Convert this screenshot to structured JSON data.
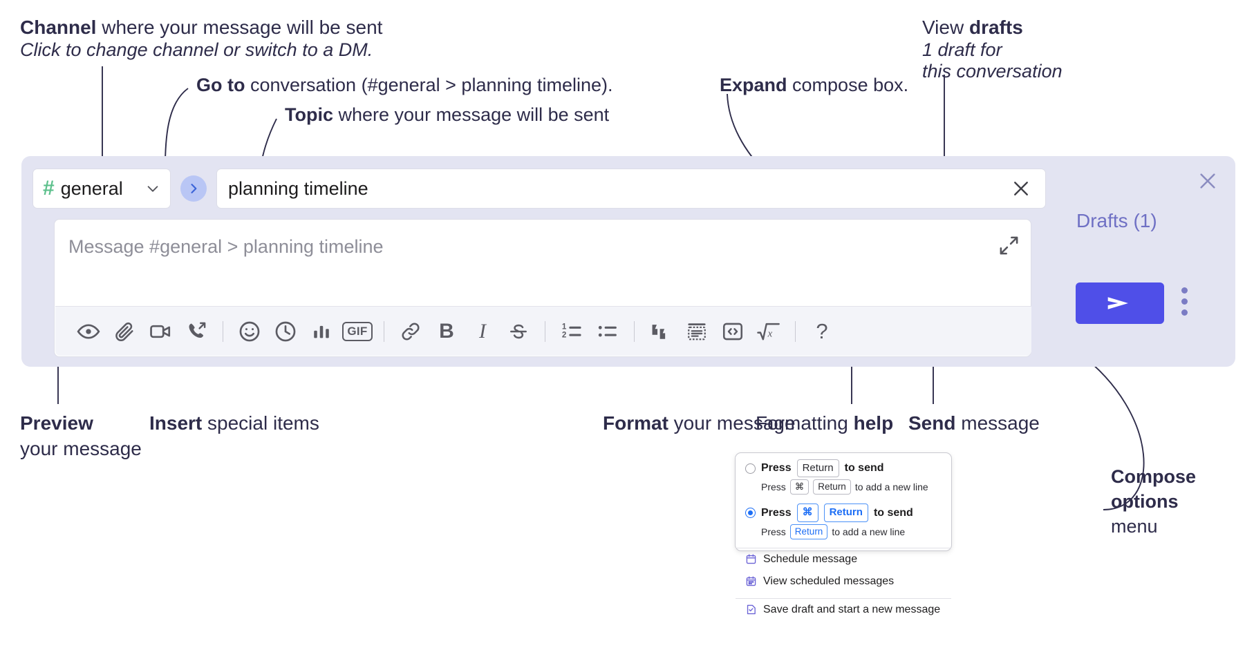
{
  "annotations": {
    "channel": {
      "bold": "Channel",
      "rest": " where your message will be sent",
      "italic": "Click to change channel or switch to a DM."
    },
    "goto": {
      "bold": "Go to",
      "rest": " conversation (#general > planning timeline)."
    },
    "topic": {
      "bold": "Topic",
      "rest": " where your message will be sent"
    },
    "expand": {
      "bold": "Expand",
      "rest": " compose box."
    },
    "drafts": {
      "bold_lead": "View ",
      "bold": "drafts",
      "italic1": "1 draft for",
      "italic2": "this conversation"
    },
    "preview": {
      "bold": "Preview",
      "rest": "your message"
    },
    "insert": {
      "bold": "Insert",
      "rest": " special items"
    },
    "format": {
      "bold": "Format",
      "rest": " your message"
    },
    "help": {
      "lead": "Formatting ",
      "bold": "help"
    },
    "send": {
      "bold": "Send",
      "rest": " message"
    },
    "compose_options": {
      "bold1": "Compose",
      "bold2": "options",
      "rest": "menu"
    }
  },
  "compose": {
    "channel_label": "general",
    "hash_icon": "hash-icon",
    "caret_icon": "chevron-down-icon",
    "go_icon": "chevron-right-icon",
    "topic_value": "planning timeline",
    "clear_icon": "close-icon",
    "message_placeholder": "Message #general > planning timeline",
    "expand_icon": "expand-icon",
    "toolbar": [
      {
        "name": "preview-icon",
        "label": "Preview"
      },
      {
        "name": "attachment-icon",
        "label": "Attach file"
      },
      {
        "name": "video-icon",
        "label": "Video clip"
      },
      {
        "name": "audio-call-icon",
        "label": "Audio clip"
      },
      {
        "name": "emoji-icon",
        "label": "Emoji"
      },
      {
        "name": "clock-icon",
        "label": "Reminder"
      },
      {
        "name": "poll-icon",
        "label": "Poll"
      },
      {
        "name": "gif-icon",
        "label": "GIF"
      },
      {
        "name": "link-icon",
        "label": "Link"
      },
      {
        "name": "bold-icon",
        "label": "B"
      },
      {
        "name": "italic-icon",
        "label": "I"
      },
      {
        "name": "strikethrough-icon",
        "label": "Strikethrough"
      },
      {
        "name": "ordered-list-icon",
        "label": "Ordered list"
      },
      {
        "name": "bulleted-list-icon",
        "label": "Bulleted list"
      },
      {
        "name": "blockquote-icon",
        "label": "Blockquote"
      },
      {
        "name": "code-block-icon",
        "label": "Code block"
      },
      {
        "name": "code-icon",
        "label": "Code"
      },
      {
        "name": "math-icon",
        "label": "Math"
      },
      {
        "name": "help-icon",
        "label": "?"
      }
    ],
    "drafts_label": "Drafts (1)",
    "close_icon": "close-icon",
    "send_icon": "send-icon",
    "kebab_icon": "overflow-menu-icon"
  },
  "menu": {
    "option1": {
      "press": "Press",
      "key": "Return",
      "tail": "to send",
      "sub_press": "Press",
      "sub_key1": "⌘",
      "sub_key2": "Return",
      "sub_tail": "to add a new line"
    },
    "option2": {
      "press": "Press",
      "key1": "⌘",
      "key2": "Return",
      "tail": "to send",
      "sub_press": "Press",
      "sub_key": "Return",
      "sub_tail": "to add a new line"
    },
    "items": [
      {
        "icon": "calendar-schedule-icon",
        "label": "Schedule message"
      },
      {
        "icon": "calendar-list-icon",
        "label": "View scheduled messages"
      },
      {
        "icon": "save-draft-icon",
        "label": "Save draft and start a new message"
      }
    ]
  },
  "colors": {
    "compose_bg": "#e3e4f2",
    "send_purple": "#4f4fe8",
    "drafts_purple": "#6f70c4",
    "hash_green": "#5dc08c",
    "go_blue": "#b9c6f5",
    "radio_blue": "#1d6ef5"
  }
}
